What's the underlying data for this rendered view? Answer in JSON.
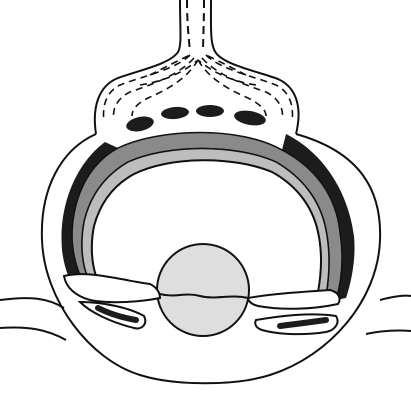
{
  "figure": {
    "has_text": false,
    "colors": {
      "background": "#ffffff",
      "outline": "#111111",
      "dark_band": "#1c1c1c",
      "mid_gray_band": "#8a8a8a",
      "light_gray_band": "#bdbdbd",
      "lens_fill": "#dedede"
    },
    "structures": [
      "outer-eye-outline",
      "optic-nerve-stalk",
      "retina-dashed-lines",
      "dark-segments",
      "dark-crescent-band",
      "gray-layer-bands",
      "lens",
      "eyelid-folds",
      "surface-horizon-lines"
    ]
  }
}
